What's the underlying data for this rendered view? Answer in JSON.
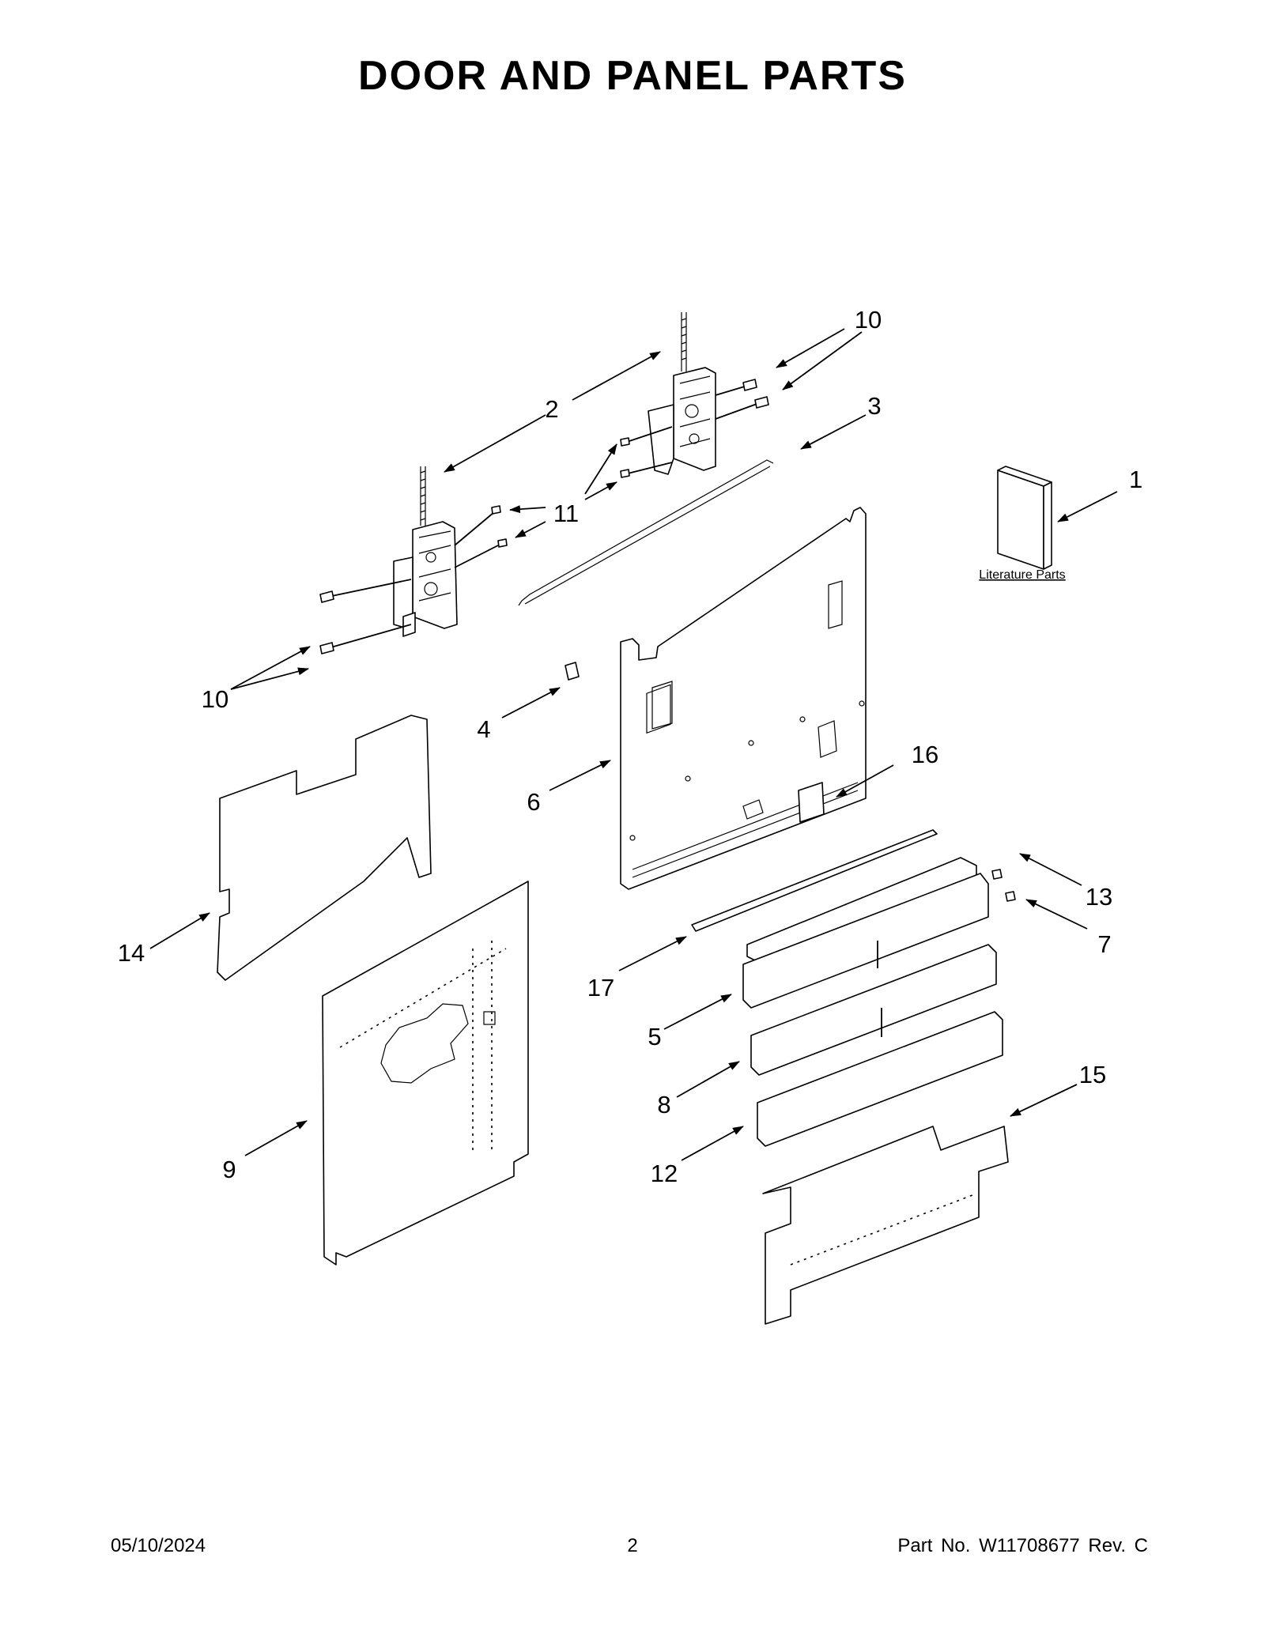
{
  "title": "DOOR AND PANEL PARTS",
  "footer": {
    "date": "05/10/2024",
    "page": "2",
    "part_number": "Part No.  W11708677  Rev.  C"
  },
  "literature_label": "Literature Parts",
  "callouts": [
    "1",
    "2",
    "3",
    "4",
    "5",
    "6",
    "7",
    "8",
    "9",
    "10",
    "10",
    "11",
    "12",
    "13",
    "14",
    "15",
    "16",
    "17"
  ]
}
